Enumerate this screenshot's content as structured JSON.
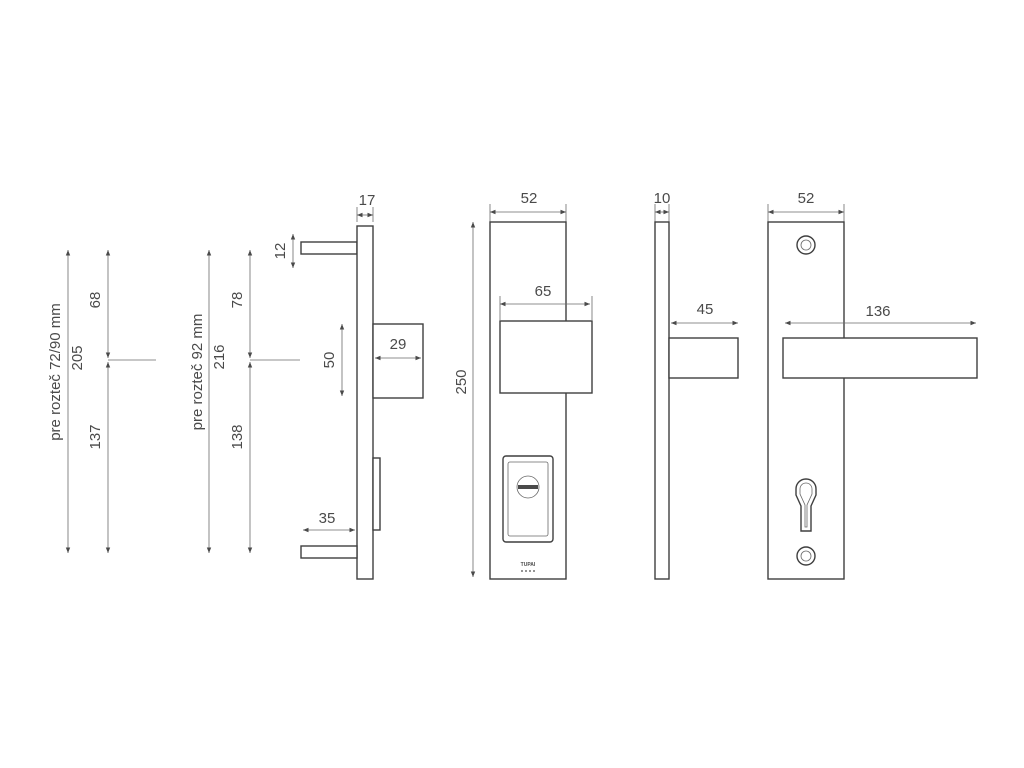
{
  "labels": {
    "spacing_a": "pre rozteč 72/90 mm",
    "total_a": "205",
    "upper_a": "68",
    "lower_a": "137",
    "spacing_b": "pre rozteč 92 mm",
    "total_b": "216",
    "upper_b": "78",
    "lower_b": "138",
    "plate_depth": "17",
    "pin_thickness": "12",
    "knob_height": "50",
    "knob_depth": "29",
    "pin_length": "35",
    "front_width": "52",
    "knob_width": "65",
    "plate_height": "250",
    "lever_plate_thickness": "10",
    "lever_projection": "45",
    "lever_plate_width": "52",
    "lever_length": "136"
  },
  "brand": "TUPAI"
}
